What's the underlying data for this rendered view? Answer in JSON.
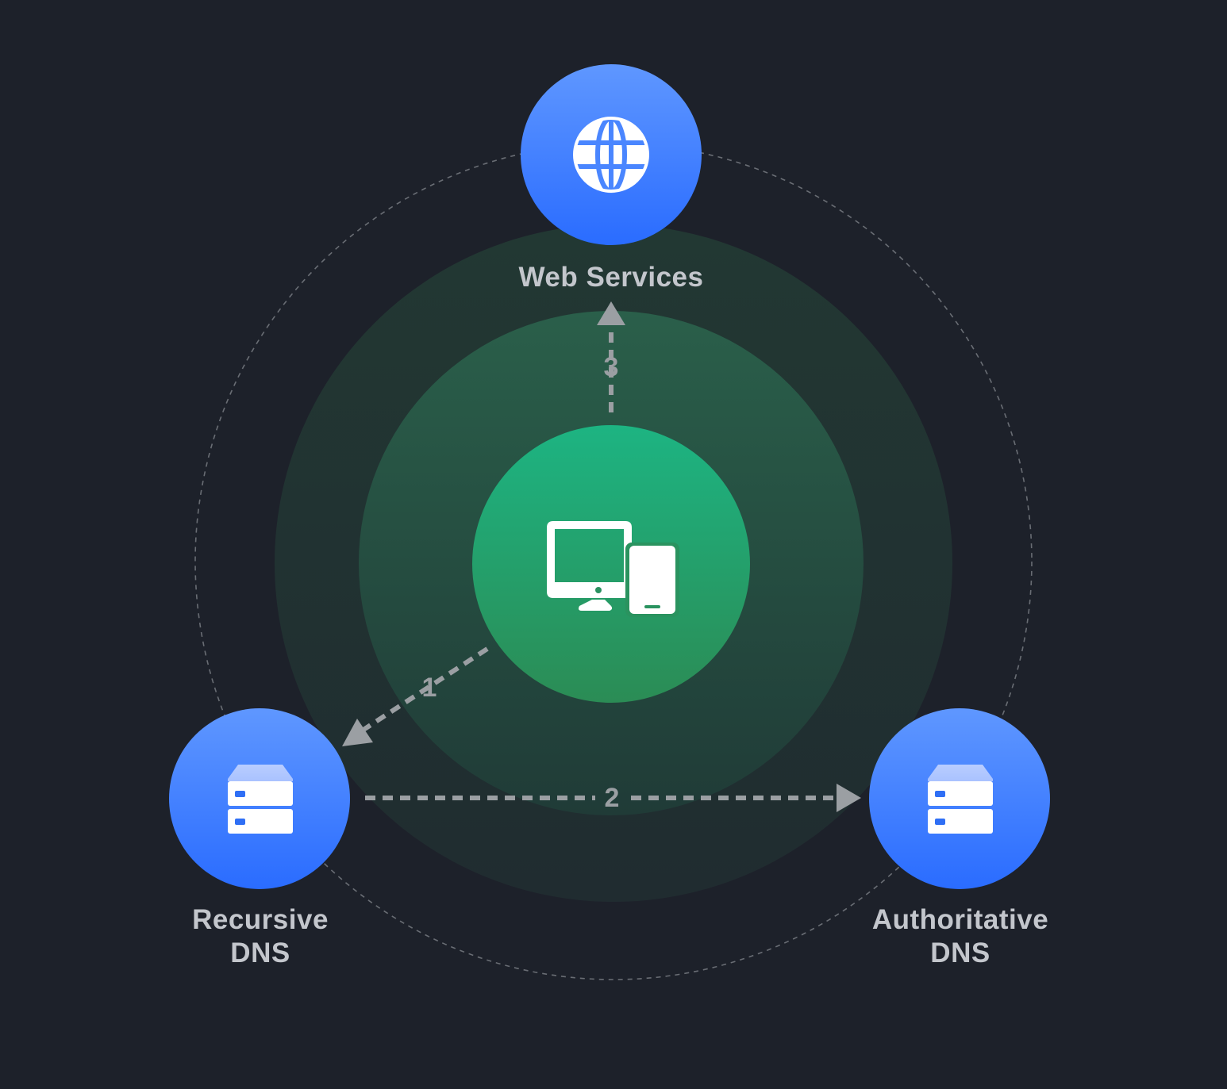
{
  "nodes": {
    "web_services": {
      "label": "Web Services",
      "icon": "globe-icon"
    },
    "client": {
      "icon": "desktop-and-mobile-icon"
    },
    "recursive_dns": {
      "label_line1": "Recursive",
      "label_line2": "DNS",
      "icon": "server-icon"
    },
    "authoritative_dns": {
      "label_line1": "Authoritative",
      "label_line2": "DNS",
      "icon": "server-icon"
    }
  },
  "steps": [
    {
      "number": "1",
      "from": "client",
      "to": "recursive_dns"
    },
    {
      "number": "2",
      "from": "recursive_dns",
      "to": "authoritative_dns"
    },
    {
      "number": "3",
      "from": "client",
      "to": "web_services"
    }
  ],
  "colors": {
    "background": "#1d212a",
    "node_blue_top": "#5f97ff",
    "node_blue_bottom": "#2a6cff",
    "client_green_top": "#1db482",
    "client_green_bottom": "#2b8c55",
    "label_text": "#c3c6cc",
    "arrow": "#9b9fa3"
  }
}
